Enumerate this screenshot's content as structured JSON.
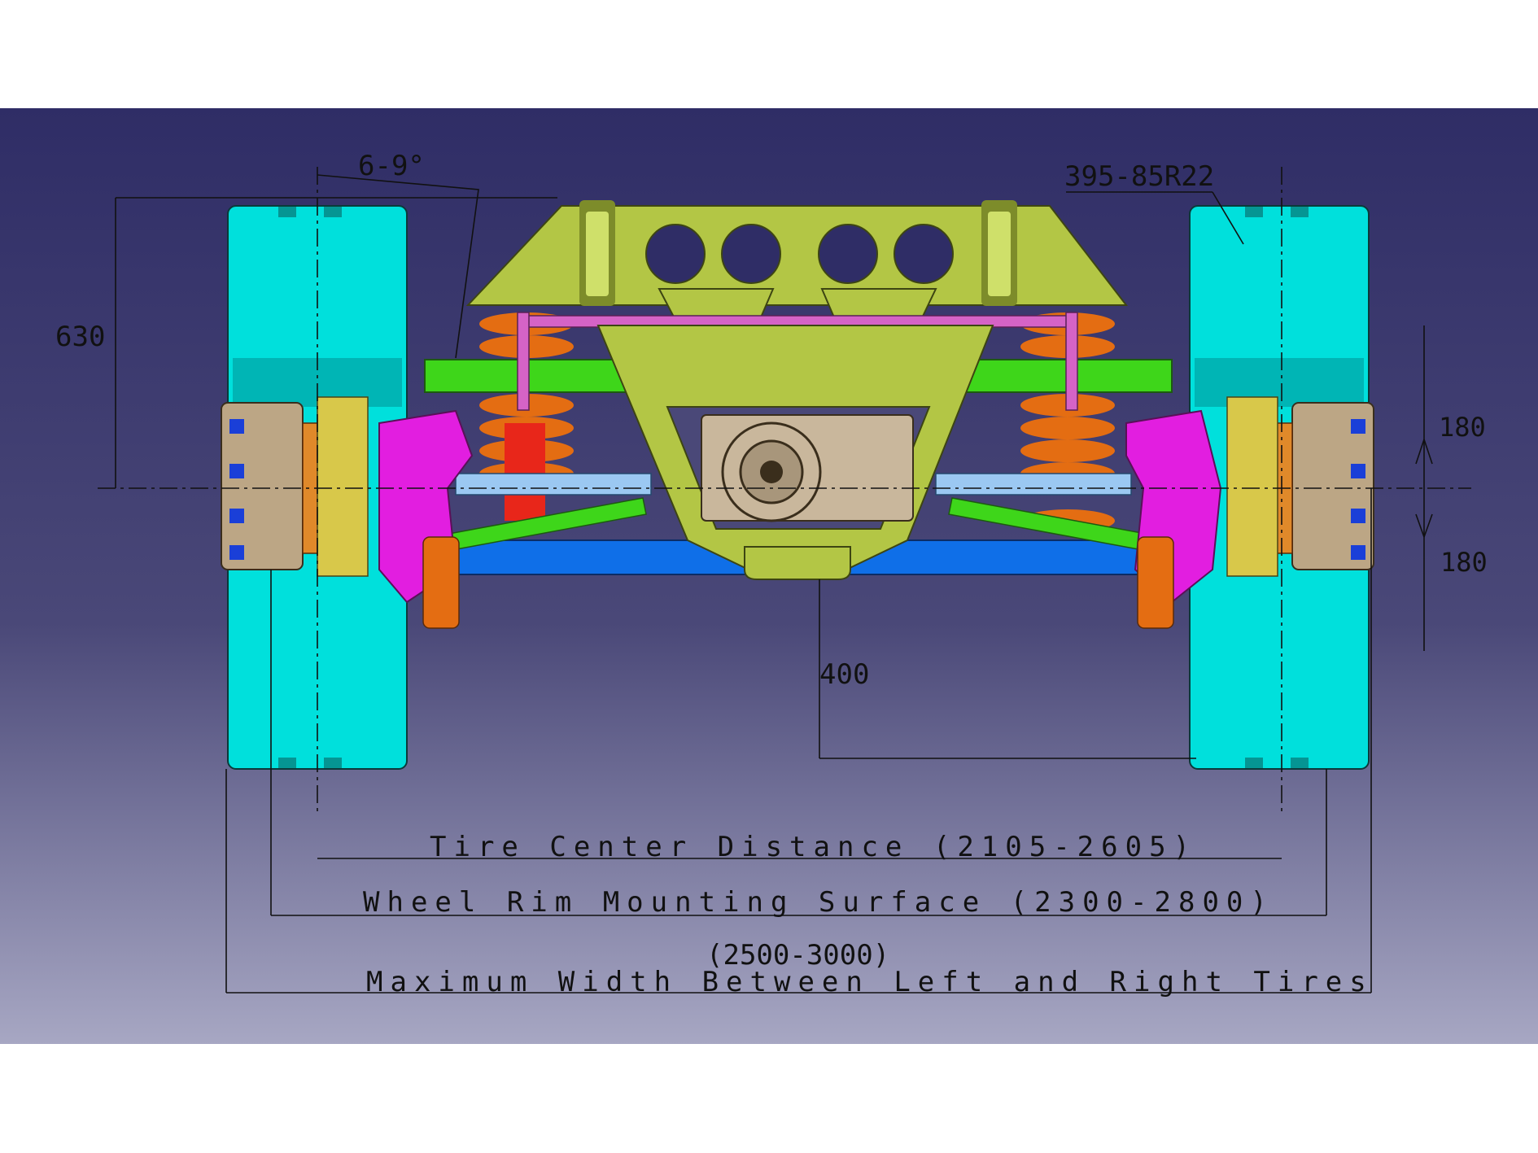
{
  "colors": {
    "background_top": "#2f2d66",
    "background_bottom": "#a7a7c3",
    "tire": "#00e0dc",
    "tire_dark": "#00b5b5",
    "frame": "#b3c645",
    "frame_dark": "#7d8c2a",
    "spring": "#e46d12",
    "knuckle": "#e21ee0",
    "upper_beam": "#3ed61a",
    "lower_beam": "#0f6fe8",
    "stabilizer_link": "#d563c6",
    "hub": "#bca685",
    "drive_shaft": "#9bc8f2",
    "differential": "#c9b79c",
    "dimension_line": "#111111"
  },
  "labels": {
    "camber": "6-9°",
    "tire_size": "395-85R22",
    "dim_630": "630",
    "dim_180_upper": "180",
    "dim_180_lower": "180",
    "dim_400": "400",
    "tire_center": "Tire Center Distance    (2105-2605)",
    "rim_surface": "Wheel Rim Mounting Surface (2300-2800)",
    "max_width_range": "(2500-3000)",
    "max_width": "Maximum Width Between Left and Right Tires"
  }
}
